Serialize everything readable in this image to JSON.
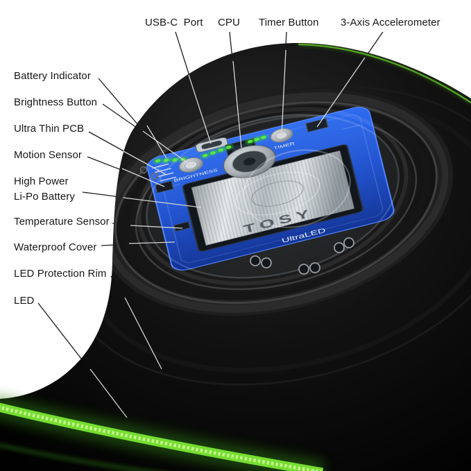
{
  "diagram": {
    "type": "product-callout-diagram",
    "product": "TOSY UltraLED flying disc internal components",
    "top_labels": [
      {
        "id": "usb-c-port",
        "text": "USB-C  Port"
      },
      {
        "id": "cpu",
        "text": "CPU"
      },
      {
        "id": "timer-button",
        "text": "Timer Button"
      },
      {
        "id": "accelerometer",
        "text": "3-Axis Accelerometer"
      }
    ],
    "left_labels": [
      {
        "id": "battery-indicator",
        "text": "Battery Indicator"
      },
      {
        "id": "brightness-button",
        "text": "Brightness Button"
      },
      {
        "id": "ultra-thin-pcb",
        "text": "Ultra Thin PCB"
      },
      {
        "id": "motion-sensor",
        "text": "Motion Sensor"
      },
      {
        "id": "li-po-battery-l1",
        "text": "High Power"
      },
      {
        "id": "li-po-battery-l2",
        "text": "Li-Po Battery"
      },
      {
        "id": "temperature-sensor",
        "text": "Temperature Sensor"
      },
      {
        "id": "waterproof-cover",
        "text": "Waterproof Cover"
      },
      {
        "id": "led-protection-rim",
        "text": "LED Protection Rim"
      },
      {
        "id": "led",
        "text": "LED"
      }
    ],
    "pcb": {
      "brand": "TOSY",
      "model": "UltraLED",
      "button_left_label": "BRIGHTNESS",
      "button_right_label": "TIMER"
    },
    "colors": {
      "background": "#ffffff",
      "disc": "#0a0a0a",
      "led_green": "#76dd33",
      "pcb_blue": "#1d4fd0",
      "label_text": "#161616"
    }
  }
}
